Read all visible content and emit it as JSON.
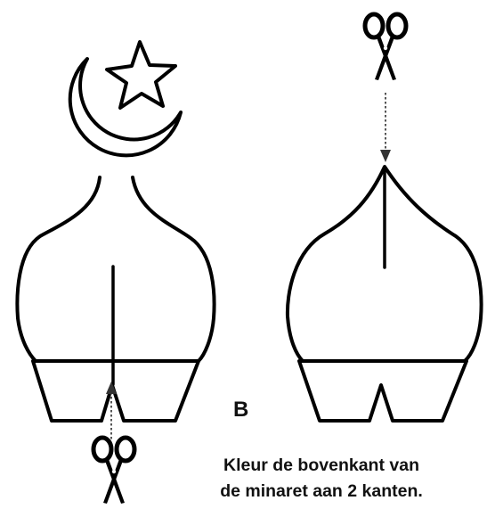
{
  "diagram": {
    "label": "B",
    "instruction": {
      "line1": "Kleur de bovenkant van",
      "line2": "de minaret aan 2 kanten."
    },
    "icons": {
      "left_figure_top": "crescent-and-star-icon",
      "cut_tool": "scissors-icon"
    }
  }
}
